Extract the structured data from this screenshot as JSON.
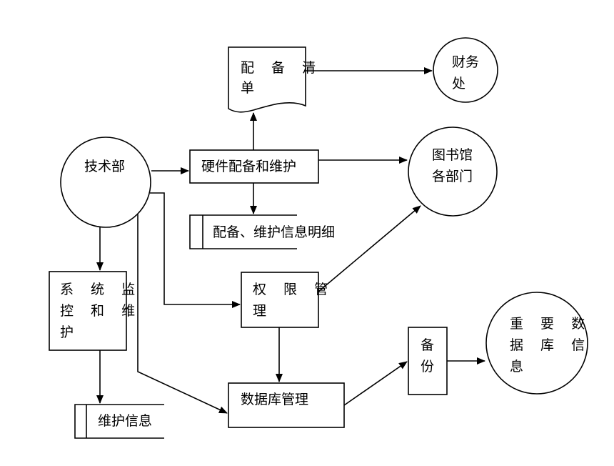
{
  "nodes": {
    "tech_dept": "技术部",
    "hw_config": "硬件配备和维护",
    "config_list": [
      "配 备 清",
      "单"
    ],
    "finance": [
      "财务",
      "处"
    ],
    "library": [
      "图书馆",
      "各部门"
    ],
    "config_detail": "配备、维护信息明细",
    "sys_monitor": [
      "系 统 监",
      "控 和 维",
      "护"
    ],
    "permission": [
      "权 限 管",
      "理"
    ],
    "maint_info": "维护信息",
    "db_mgmt": "数据库管理",
    "backup": [
      "备",
      "份"
    ],
    "important_db": [
      "重 要 数",
      "据 库 信",
      "息"
    ]
  }
}
